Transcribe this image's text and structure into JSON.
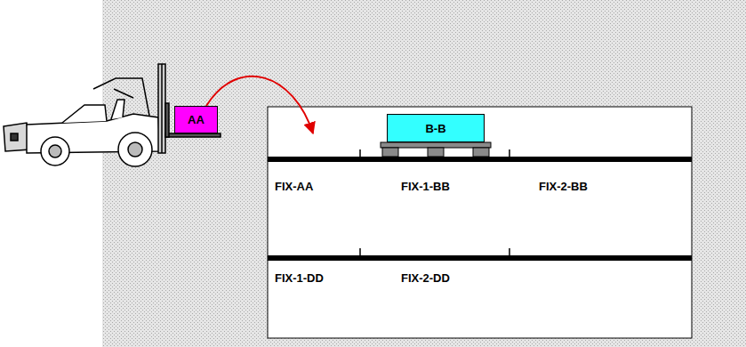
{
  "diagram": {
    "nodes": [
      {
        "text": [
          "AA"
        ]
      },
      {
        "text": [
          "B-B"
        ]
      }
    ],
    "labels": [
      "FIX-AA",
      "FIX-1-BB",
      "FIX-2-BB",
      "FIX-1-DD",
      "FIX-2-DD"
    ]
  }
}
